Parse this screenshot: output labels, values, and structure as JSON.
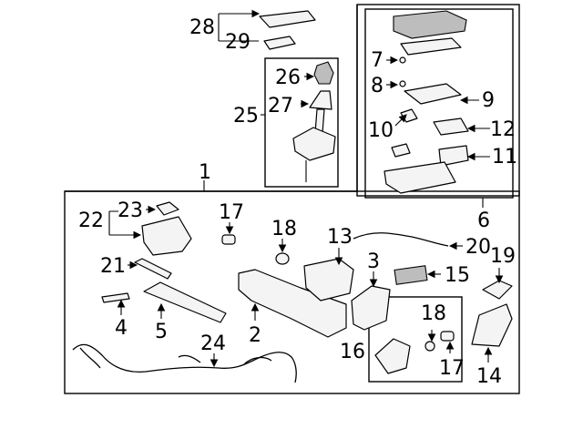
{
  "callouts": {
    "c1": "1",
    "c2": "2",
    "c3": "3",
    "c4": "4",
    "c5": "5",
    "c6": "6",
    "c7": "7",
    "c8": "8",
    "c9": "9",
    "c10": "10",
    "c11": "11",
    "c12": "12",
    "c13": "13",
    "c14": "14",
    "c15": "15",
    "c16": "16",
    "c17a": "17",
    "c17b": "17",
    "c18a": "18",
    "c18b": "18",
    "c19": "19",
    "c20": "20",
    "c21": "21",
    "c22": "22",
    "c23": "23",
    "c24": "24",
    "c25": "25",
    "c26": "26",
    "c27": "27",
    "c28": "28",
    "c29": "29"
  },
  "colors": {
    "line": "#000000",
    "fill": "#f4f4f4",
    "shade": "#bdbdbd",
    "background": "#ffffff"
  }
}
